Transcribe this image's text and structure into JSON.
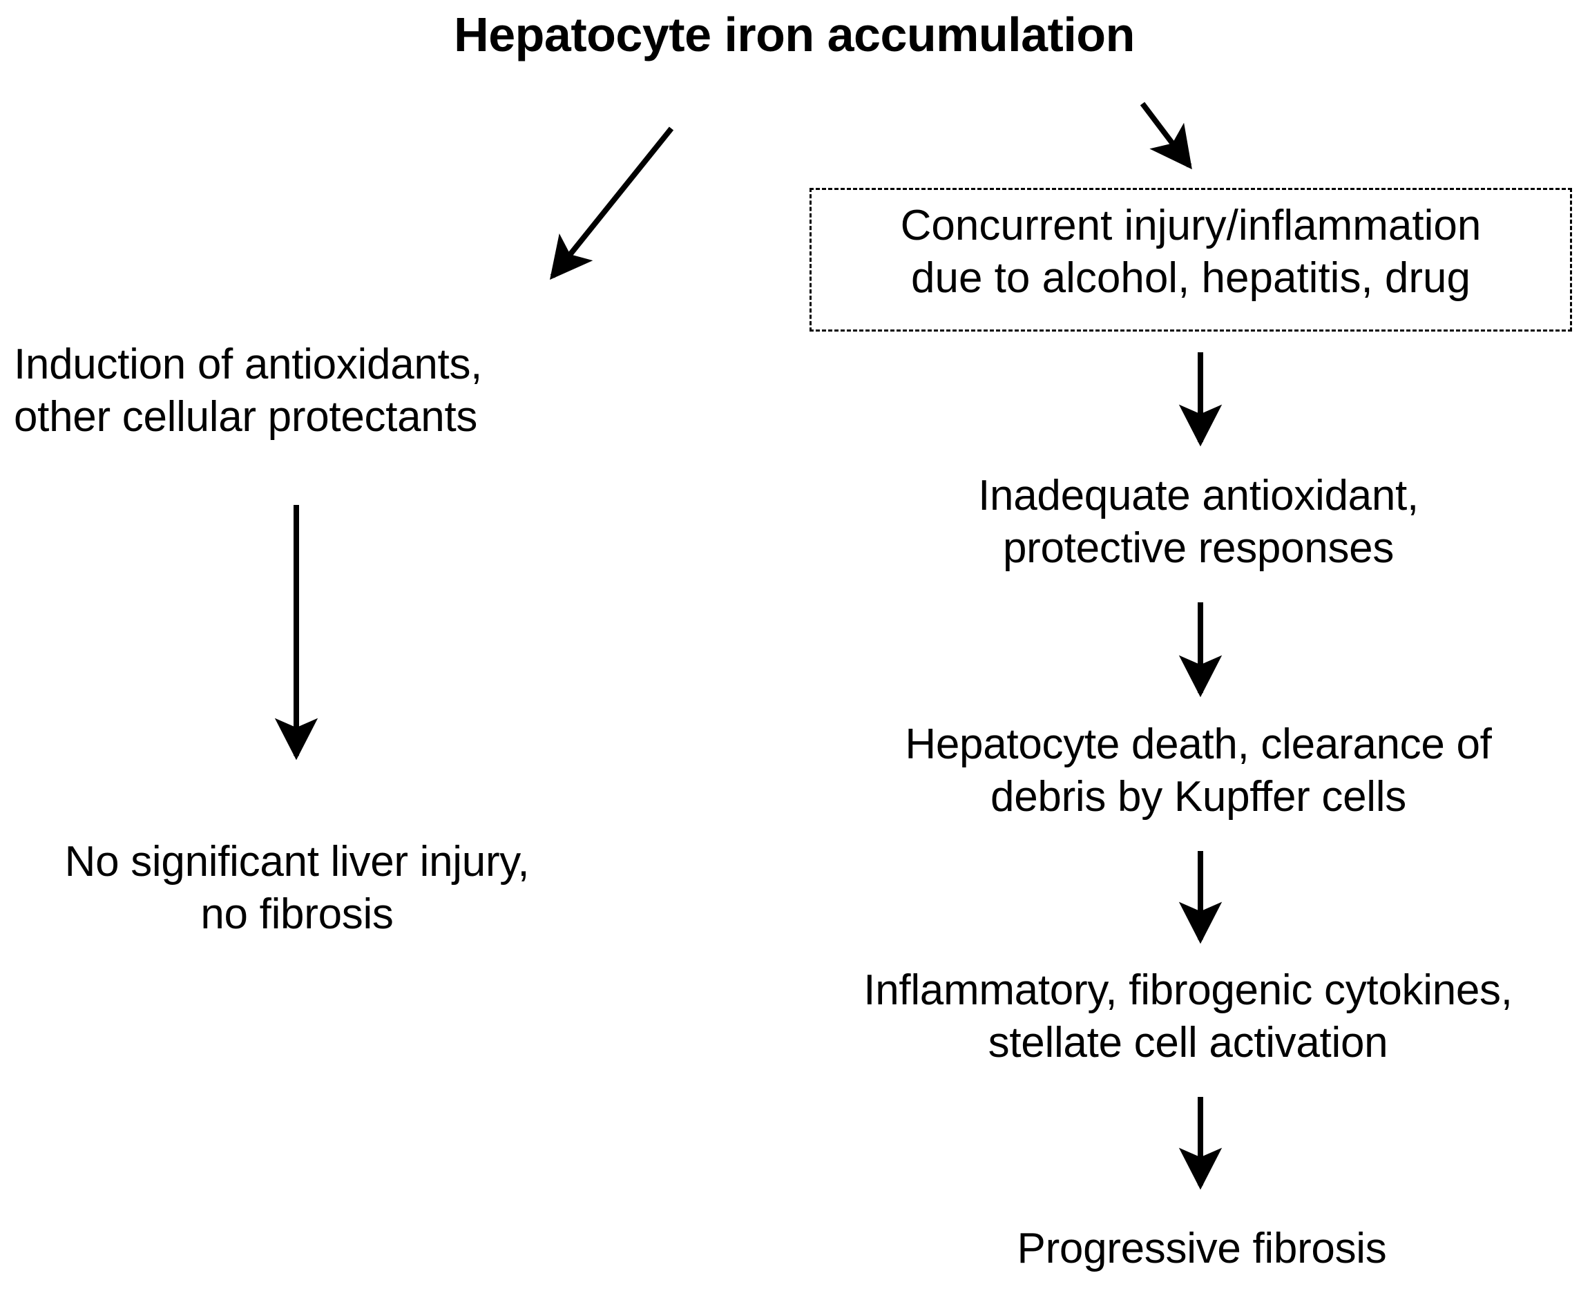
{
  "diagram": {
    "type": "flowchart",
    "title": "Hepatocyte iron accumulation",
    "background_color": "#ffffff",
    "line_color": "#000000",
    "text_color": "#000000",
    "nodes": [
      {
        "id": "root",
        "label": "Hepatocyte iron accumulation",
        "style": "bold-title",
        "boxed": false
      },
      {
        "id": "protective",
        "line1": "Induction of antioxidants,",
        "line2": "other cellular protectants",
        "label": "Induction of antioxidants,\nother cellular protectants",
        "style": "plain",
        "boxed": false
      },
      {
        "id": "no-injury",
        "line1": "No significant liver injury,",
        "line2": "no fibrosis",
        "label": "No significant liver injury,\nno fibrosis",
        "style": "plain",
        "boxed": false
      },
      {
        "id": "concurrent-injury",
        "line1": "Concurrent injury/inflammation",
        "line2": "due to alcohol, hepatitis, drug",
        "label": "Concurrent injury/inflammation\ndue to alcohol, hepatitis, drug",
        "style": "plain",
        "boxed": true,
        "border": "dashed"
      },
      {
        "id": "inadequate",
        "line1": "Inadequate antioxidant,",
        "line2": "protective responses",
        "label": "Inadequate antioxidant,\nprotective responses",
        "style": "plain",
        "boxed": false
      },
      {
        "id": "hepatocyte-death",
        "line1": "Hepatocyte death, clearance of",
        "line2": "debris by Kupffer cells",
        "label": "Hepatocyte death, clearance of\ndebris by Kupffer cells",
        "style": "plain",
        "boxed": false
      },
      {
        "id": "cytokines",
        "line1": "Inflammatory, fibrogenic cytokines,",
        "line2": "stellate cell activation",
        "label": "Inflammatory, fibrogenic cytokines,\nstellate cell activation",
        "style": "plain",
        "boxed": false
      },
      {
        "id": "progressive-fibrosis",
        "line1": "Progressive fibrosis",
        "line2": "",
        "label": "Progressive fibrosis",
        "style": "plain",
        "boxed": false
      }
    ],
    "edges": [
      {
        "id": "root-to-protective",
        "from": "root",
        "to": "protective",
        "kind": "diagonal-left"
      },
      {
        "id": "root-to-concurrent",
        "from": "root",
        "to": "concurrent-injury",
        "kind": "diagonal-right"
      },
      {
        "id": "protective-to-no-injury",
        "from": "protective",
        "to": "no-injury",
        "kind": "vertical"
      },
      {
        "id": "concurrent-to-inadequate",
        "from": "concurrent-injury",
        "to": "inadequate",
        "kind": "vertical"
      },
      {
        "id": "inadequate-to-death",
        "from": "inadequate",
        "to": "hepatocyte-death",
        "kind": "vertical"
      },
      {
        "id": "death-to-cytokines",
        "from": "hepatocyte-death",
        "to": "cytokines",
        "kind": "vertical"
      },
      {
        "id": "cytokines-to-fibrosis",
        "from": "cytokines",
        "to": "progressive-fibrosis",
        "kind": "vertical"
      }
    ]
  }
}
